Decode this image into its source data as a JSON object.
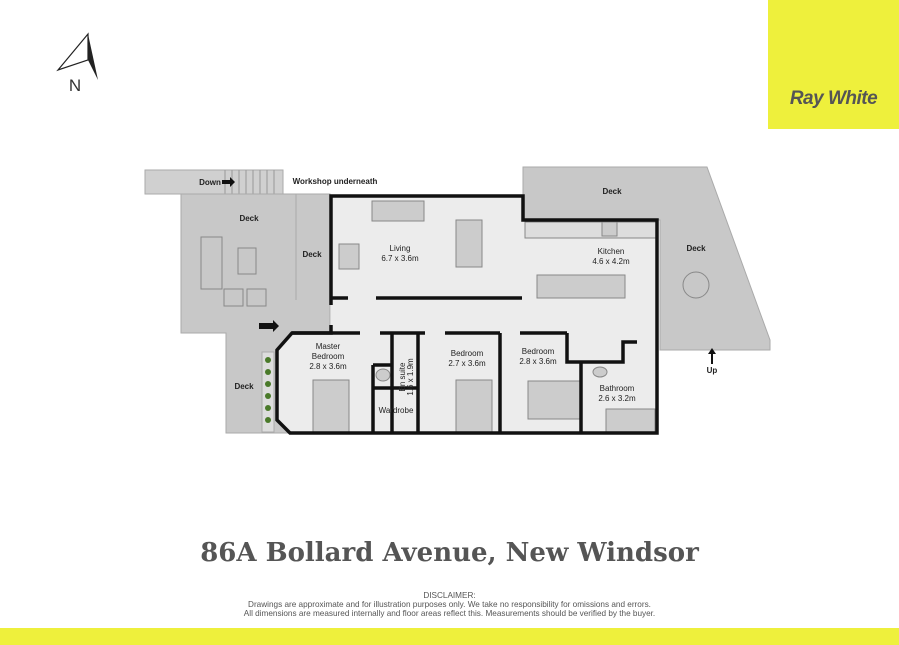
{
  "brand": {
    "name": "Ray White",
    "color": "#eef03c"
  },
  "compass": {
    "label": "N"
  },
  "plan": {
    "annotations": {
      "down": "Down",
      "up": "Up",
      "workshop": "Workshop underneath"
    },
    "decks": {
      "top_left": "Deck",
      "middle": "Deck",
      "lower_left": "Deck",
      "top_right": "Deck",
      "right": "Deck"
    },
    "rooms": {
      "living": {
        "name": "Living",
        "size": "6.7 x 3.6m"
      },
      "kitchen": {
        "name": "Kitchen",
        "size": "4.6 x 4.2m"
      },
      "master": {
        "name1": "Master",
        "name2": "Bedroom",
        "size": "2.8 x 3.6m"
      },
      "ensuite": {
        "name": "En suite",
        "size": "1.6 x 1.9m"
      },
      "wardrobe": {
        "name": "Wardrobe"
      },
      "bedroom2": {
        "name": "Bedroom",
        "size": "2.7 x 3.6m"
      },
      "bedroom3": {
        "name": "Bedroom",
        "size": "2.8 x 3.6m"
      },
      "bathroom": {
        "name": "Bathroom",
        "size": "2.6 x 3.2m"
      }
    }
  },
  "address": "86A Bollard Avenue, New Windsor",
  "disclaimer": {
    "heading": "DISCLAIMER:",
    "line1": "Drawings are approximate and for illustration purposes only. We take no responsibility for omissions and errors.",
    "line2": "All dimensions are measured internally and floor areas reflect this. Measurements should be verified by the buyer."
  }
}
